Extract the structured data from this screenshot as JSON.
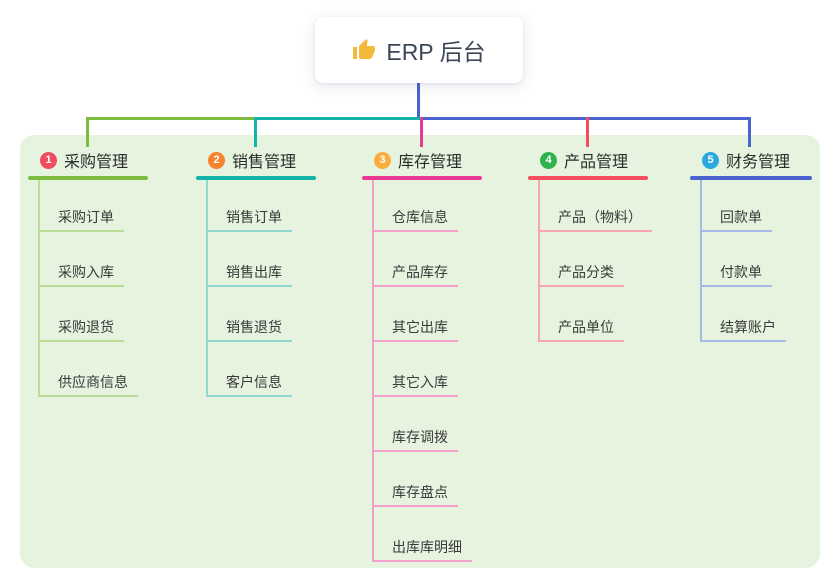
{
  "root": {
    "title": "ERP 后台",
    "icon": "thumbs-up-icon"
  },
  "branches": [
    {
      "index": "1",
      "title": "采购管理",
      "badge_color": "#f04b5f",
      "line_color": "#7cbd41",
      "child_line_color": "#b9dd94",
      "children": [
        "采购订单",
        "采购入库",
        "采购退货",
        "供应商信息"
      ]
    },
    {
      "index": "2",
      "title": "销售管理",
      "badge_color": "#f5822d",
      "line_color": "#14b3a7",
      "child_line_color": "#8fd8cf",
      "children": [
        "销售订单",
        "销售出库",
        "销售退货",
        "客户信息"
      ]
    },
    {
      "index": "3",
      "title": "库存管理",
      "badge_color": "#f9ae3c",
      "line_color": "#e83a94",
      "child_line_color": "#f2a0ca",
      "children": [
        "仓库信息",
        "产品库存",
        "其它出库",
        "其它入库",
        "库存调拨",
        "库存盘点",
        "出库库明细"
      ]
    },
    {
      "index": "4",
      "title": "产品管理",
      "badge_color": "#2fb24c",
      "line_color": "#f34d5e",
      "child_line_color": "#f8a6ae",
      "children": [
        "产品（物料）",
        "产品分类",
        "产品单位"
      ]
    },
    {
      "index": "5",
      "title": "财务管理",
      "badge_color": "#2aa9e0",
      "line_color": "#4a63cf",
      "child_line_color": "#a6bae7",
      "children": [
        "回款单",
        "付款单",
        "结算账户"
      ]
    }
  ],
  "colors": {
    "canvas_bg": "#e6f4df",
    "root_connector": "#4a63cf",
    "thumb": "#f5b93a"
  }
}
